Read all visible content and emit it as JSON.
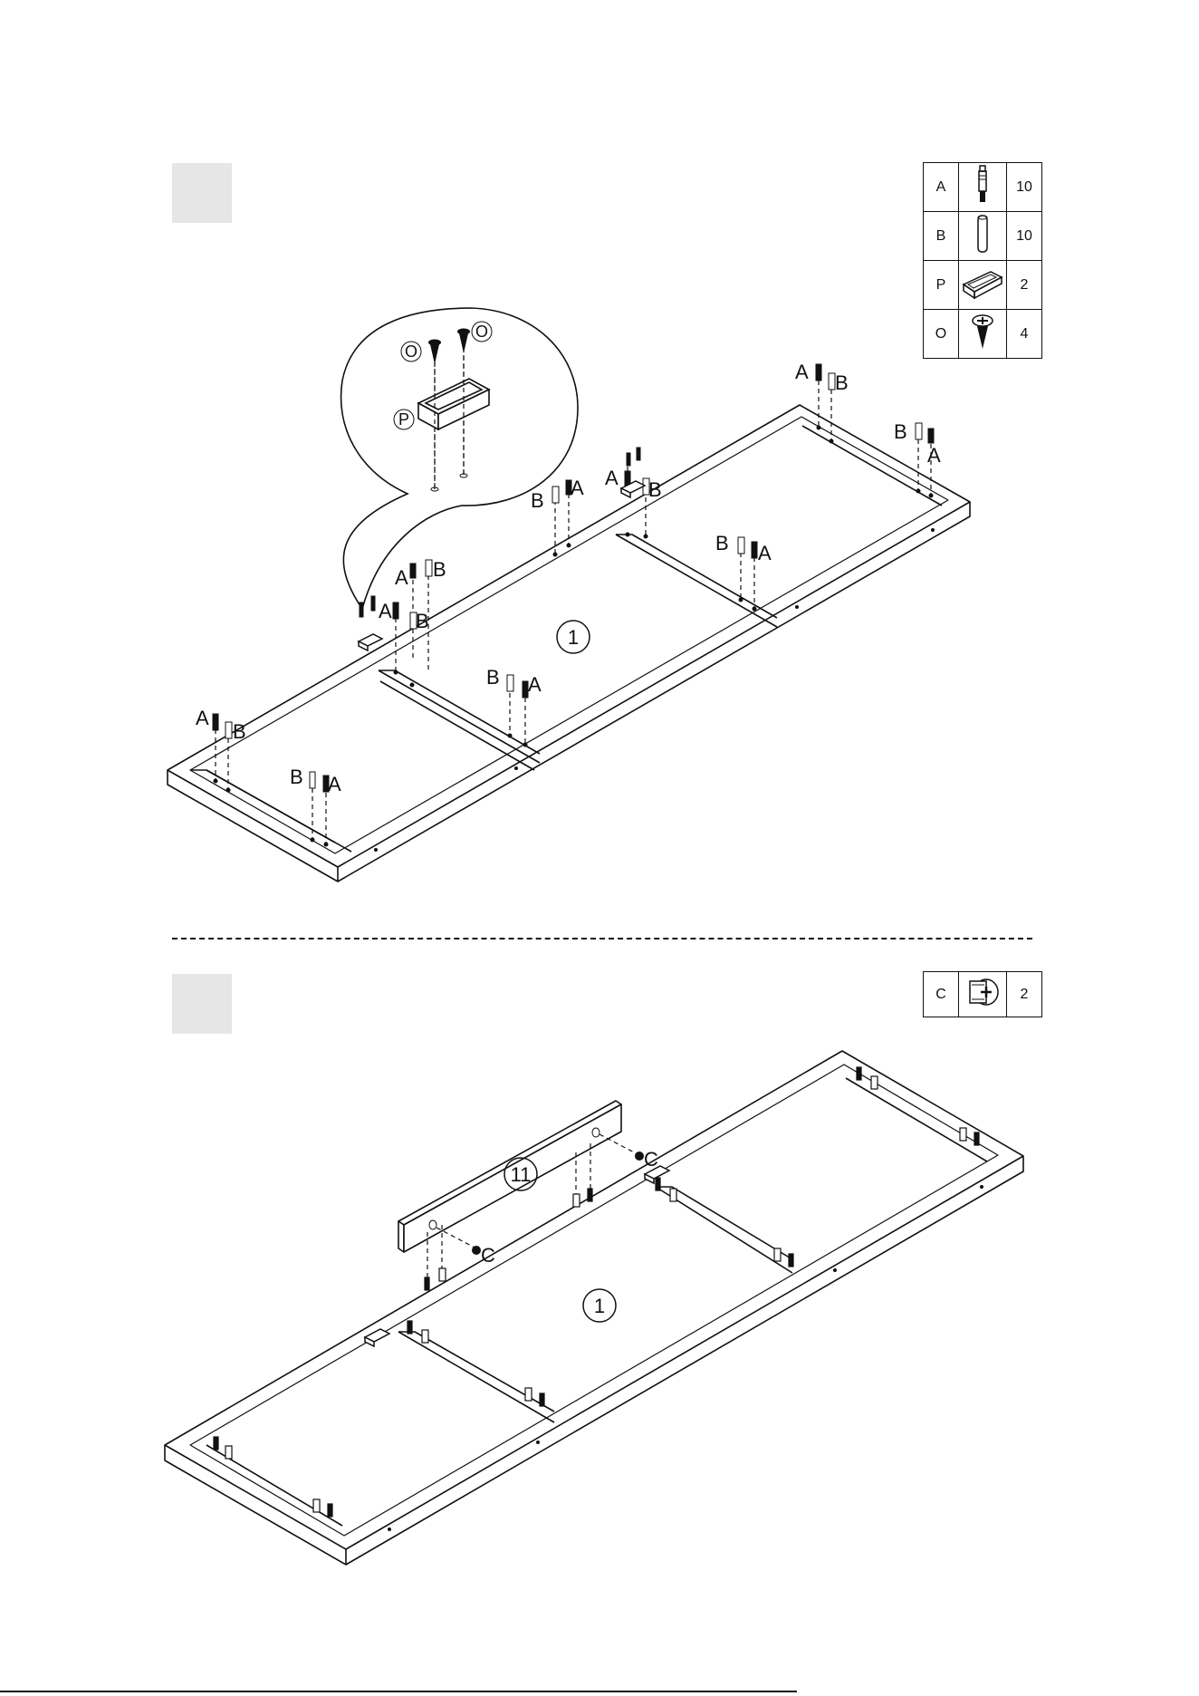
{
  "step1": {
    "parts": [
      {
        "code": "A",
        "icon": "cam-bolt-icon",
        "qty": "10"
      },
      {
        "code": "B",
        "icon": "wood-dowel-icon",
        "qty": "10"
      },
      {
        "code": "P",
        "icon": "plastic-bracket-icon",
        "qty": "2"
      },
      {
        "code": "O",
        "icon": "screw-icon",
        "qty": "4"
      }
    ],
    "labels": {
      "A": "A",
      "B": "B",
      "P": "P",
      "O": "O",
      "panel": "1"
    }
  },
  "step2": {
    "parts": [
      {
        "code": "C",
        "icon": "cam-lock-icon",
        "qty": "2"
      }
    ],
    "labels": {
      "C": "C",
      "panel_main": "1",
      "panel_rail": "11"
    }
  }
}
